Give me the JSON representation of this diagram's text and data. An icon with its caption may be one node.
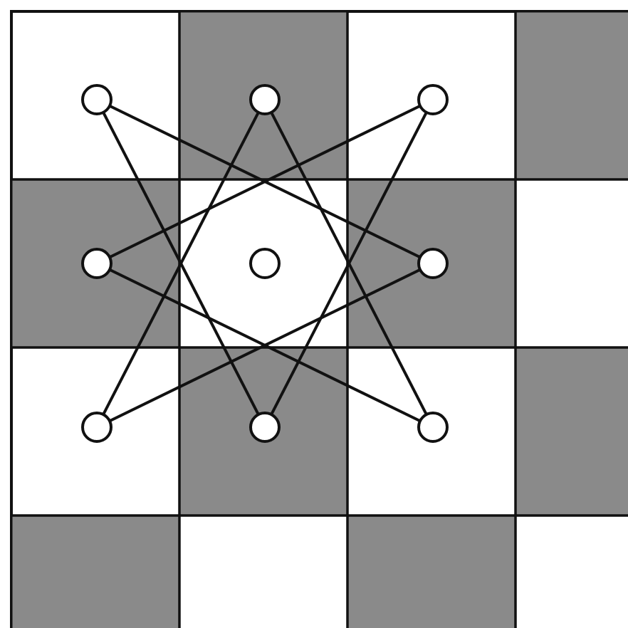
{
  "diagram": {
    "nodes": [
      {
        "text": [],
        "shape": "circle"
      },
      {
        "text": [],
        "shape": "circle"
      },
      {
        "text": [],
        "shape": "circle"
      },
      {
        "text": [],
        "shape": "circle"
      },
      {
        "text": [],
        "shape": "circle"
      },
      {
        "text": [],
        "shape": "circle"
      },
      {
        "text": [],
        "shape": "circle"
      },
      {
        "text": [],
        "shape": "circle"
      },
      {
        "text": [],
        "shape": "circle"
      }
    ],
    "edges": [
      {
        "from": 0,
        "to": 5,
        "arrow": "none"
      },
      {
        "from": 0,
        "to": 7,
        "arrow": "none"
      },
      {
        "from": 1,
        "to": 6,
        "arrow": "none"
      },
      {
        "from": 1,
        "to": 8,
        "arrow": "none"
      },
      {
        "from": 2,
        "to": 3,
        "arrow": "none"
      },
      {
        "from": 2,
        "to": 7,
        "arrow": "none"
      },
      {
        "from": 3,
        "to": 8,
        "arrow": "none"
      },
      {
        "from": 5,
        "to": 6,
        "arrow": "none"
      }
    ]
  }
}
